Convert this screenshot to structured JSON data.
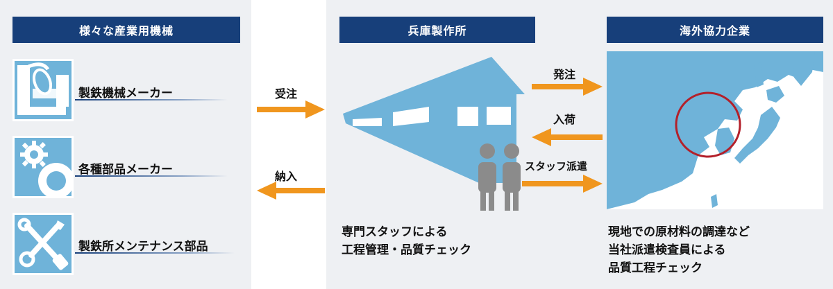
{
  "left": {
    "title": "様々な産業用機械",
    "items": [
      {
        "label": "製鉄機械メーカー",
        "icon": "steel-machinery-icon"
      },
      {
        "label": "各種部品メーカー",
        "icon": "gear-icon"
      },
      {
        "label": "製鉄所メンテナンス部品",
        "icon": "tools-icon"
      }
    ]
  },
  "flow_left": {
    "top_label": "受注",
    "bottom_label": "納入"
  },
  "center": {
    "title": "兵庫製作所",
    "caption": "専門スタッフによる\n工程管理・品質チェック",
    "icons": [
      "factory-icon",
      "staff-icon"
    ]
  },
  "flow_right": {
    "order_label": "発注",
    "arrival_label": "入荷",
    "dispatch_label": "スタッフ派遣"
  },
  "right": {
    "title": "海外協力企業",
    "caption": "現地での原材料の調達など\n当社派遣検査員による\n品質工程チェック",
    "map_icon": "east-asia-map-icon"
  },
  "colors": {
    "header": "#173f7a",
    "accent_orange": "#f0961e",
    "icon_blue": "#6fb3d9",
    "panel_bg": "#eef0f3",
    "person_gray": "#8b8b8b",
    "highlight_circle": "#b3202a"
  }
}
